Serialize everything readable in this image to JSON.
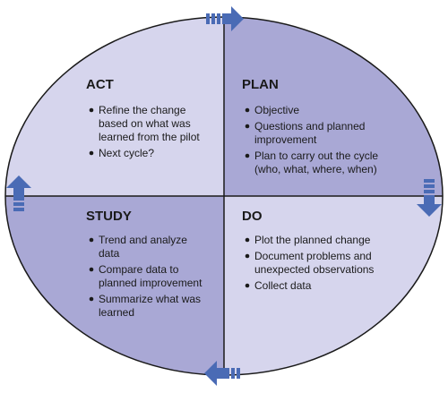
{
  "colors": {
    "light_quadrant": "#d6d5ed",
    "dark_quadrant": "#a9a8d5",
    "outline": "#1a1a1a",
    "arrow": "#4a6bb5",
    "text": "#1a1a1a"
  },
  "quadrants": {
    "act": {
      "title": "ACT",
      "items": [
        "Refine the change",
        "based on what was",
        "learned from the pilot",
        "Next cycle?"
      ]
    },
    "plan": {
      "title": "PLAN",
      "items": [
        "Objective",
        "Questions and planned",
        "improvement",
        "Plan to carry out the cycle",
        "(who, what, where, when)"
      ]
    },
    "study": {
      "title": "STUDY",
      "items": [
        "Trend and analyze",
        "data",
        "Compare data to",
        "planned improvement",
        "Summarize what was",
        "learned"
      ]
    },
    "do": {
      "title": "DO",
      "items": [
        "Plot the planned change",
        "Document problems and",
        "unexpected observations",
        "Collect data"
      ]
    }
  },
  "arrows": [
    {
      "name": "arrow-right-icon",
      "direction": "right"
    },
    {
      "name": "arrow-down-icon",
      "direction": "down"
    },
    {
      "name": "arrow-left-icon",
      "direction": "left"
    },
    {
      "name": "arrow-up-icon",
      "direction": "up"
    }
  ]
}
